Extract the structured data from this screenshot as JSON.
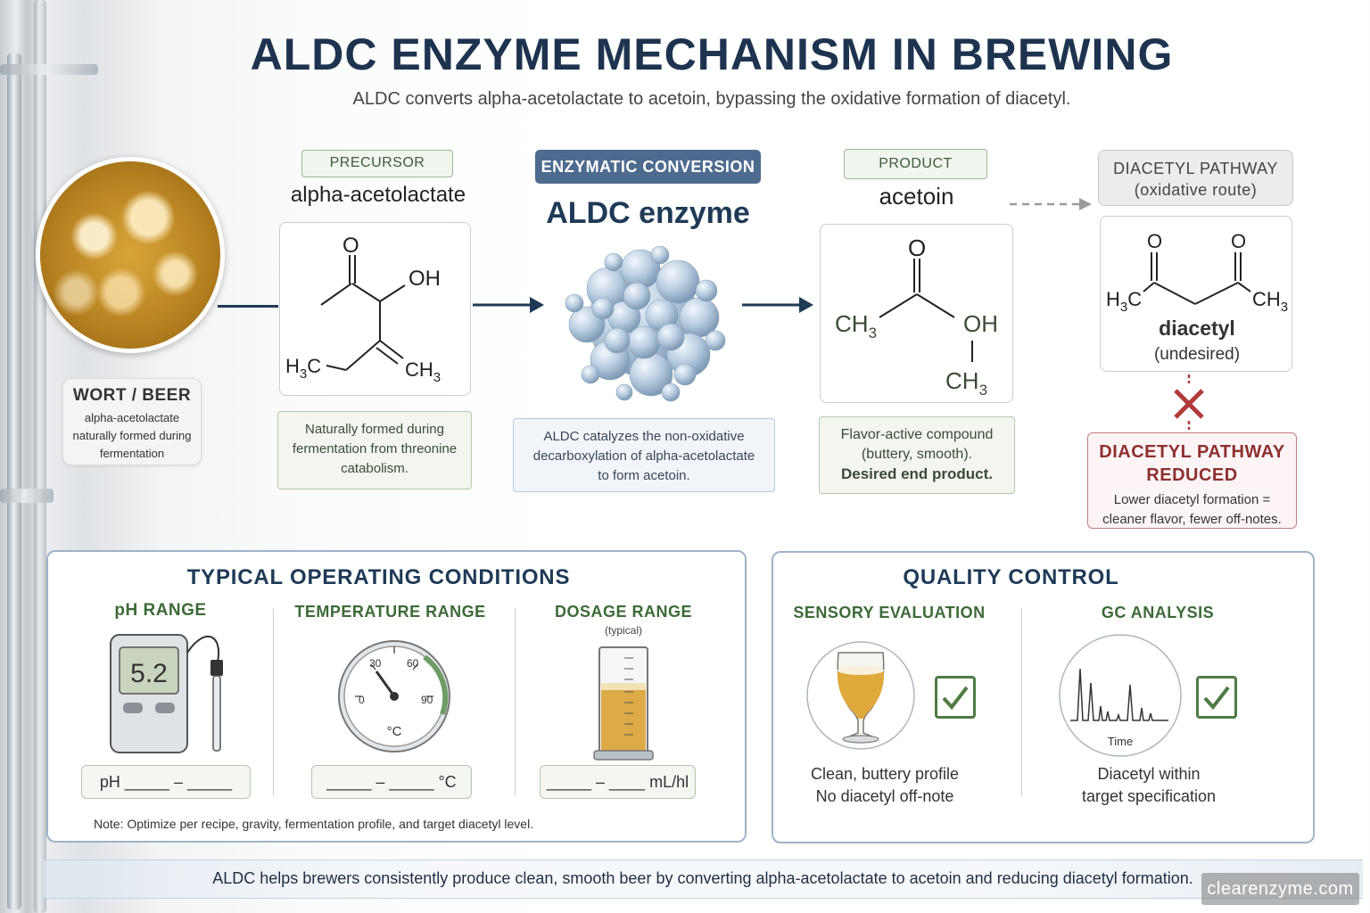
{
  "header": {
    "title": "ALDC ENZYME MECHANISM IN BREWING",
    "subtitle": "ALDC converts alpha-acetolactate to acetoin, bypassing the oxidative formation of diacetyl."
  },
  "wort": {
    "title": "WORT / BEER",
    "desc_lines": [
      "alpha-acetolactate",
      "naturally formed during",
      "fermentation"
    ]
  },
  "precursor": {
    "tag": "PRECURSOR",
    "name": "alpha-acetolactate",
    "mol": {
      "o": "O",
      "oh": "OH",
      "h3c": "H",
      "h3c_sub": "3",
      "h3c_c": "C",
      "ch3_c": "CH",
      "ch3_sub": "3"
    },
    "desc_lines": [
      "Naturally formed during",
      "fermentation from threonine",
      "catabolism."
    ]
  },
  "enzyme": {
    "tag": "ENZYMATIC CONVERSION",
    "name": "ALDC enzyme",
    "desc_lines": [
      "ALDC catalyzes the non-oxidative",
      "decarboxylation of alpha-acetolactate",
      "to form acetoin."
    ]
  },
  "product": {
    "tag": "PRODUCT",
    "name": "acetoin",
    "mol": {
      "o": "O",
      "ch3_left": "CH",
      "ch3_left_sub": "3",
      "oh": "OH",
      "ch3_bottom": "CH",
      "ch3_bottom_sub": "3"
    },
    "desc_lines": [
      "Flavor-active compound",
      "(buttery, smooth)."
    ],
    "desc_strong": "Desired end product."
  },
  "diacetyl": {
    "tag_line1": "DIACETYL PATHWAY",
    "tag_line2": "(oxidative route)",
    "mol": {
      "o1": "O",
      "o2": "O",
      "h3c_h": "H",
      "h3c_sub": "3",
      "h3c_c": "C",
      "ch3_c": "CH",
      "ch3_sub": "3"
    },
    "name": "diacetyl",
    "note": "(undesired)",
    "reduced_title_line1": "DIACETYL PATHWAY",
    "reduced_title_line2": "REDUCED",
    "reduced_lines": [
      "Lower diacetyl formation =",
      "cleaner flavor, fewer off-notes."
    ],
    "colors": {
      "x_mark": "#b23a3a"
    }
  },
  "conditions": {
    "title": "TYPICAL OPERATING CONDITIONS",
    "ph": {
      "label": "pH RANGE",
      "display": "5.2",
      "field_prefix": "pH",
      "field_blank1": "_____",
      "field_dash": "–",
      "field_blank2": "_____"
    },
    "temperature": {
      "label": "TEMPERATURE RANGE",
      "ticks": [
        "0",
        "30",
        "60",
        "90"
      ],
      "unit": "°C",
      "field_blank1": "_____",
      "field_dash": "–",
      "field_blank2": "_____",
      "field_unit": "°C"
    },
    "dosage": {
      "label": "DOSAGE RANGE",
      "sublabel": "(typical)",
      "field_blank1": "_____",
      "field_dash": "–",
      "field_blank2": "____",
      "field_unit": "mL/hl"
    },
    "note": "Note: Optimize per recipe, gravity, fermentation profile, and target diacetyl level."
  },
  "quality": {
    "title": "QUALITY CONTROL",
    "sensory": {
      "label": "SENSORY EVALUATION",
      "lines": [
        "Clean, buttery profile",
        "No diacetyl off-note"
      ]
    },
    "gc": {
      "label": "GC ANALYSIS",
      "axis_label": "Time",
      "lines": [
        "Diacetyl within",
        "target specification"
      ]
    }
  },
  "footer": {
    "text": "ALDC helps brewers consistently produce clean, smooth beer by converting alpha-acetolactate to acetoin and reducing diacetyl formation.",
    "watermark": "clearenzyme.com"
  }
}
